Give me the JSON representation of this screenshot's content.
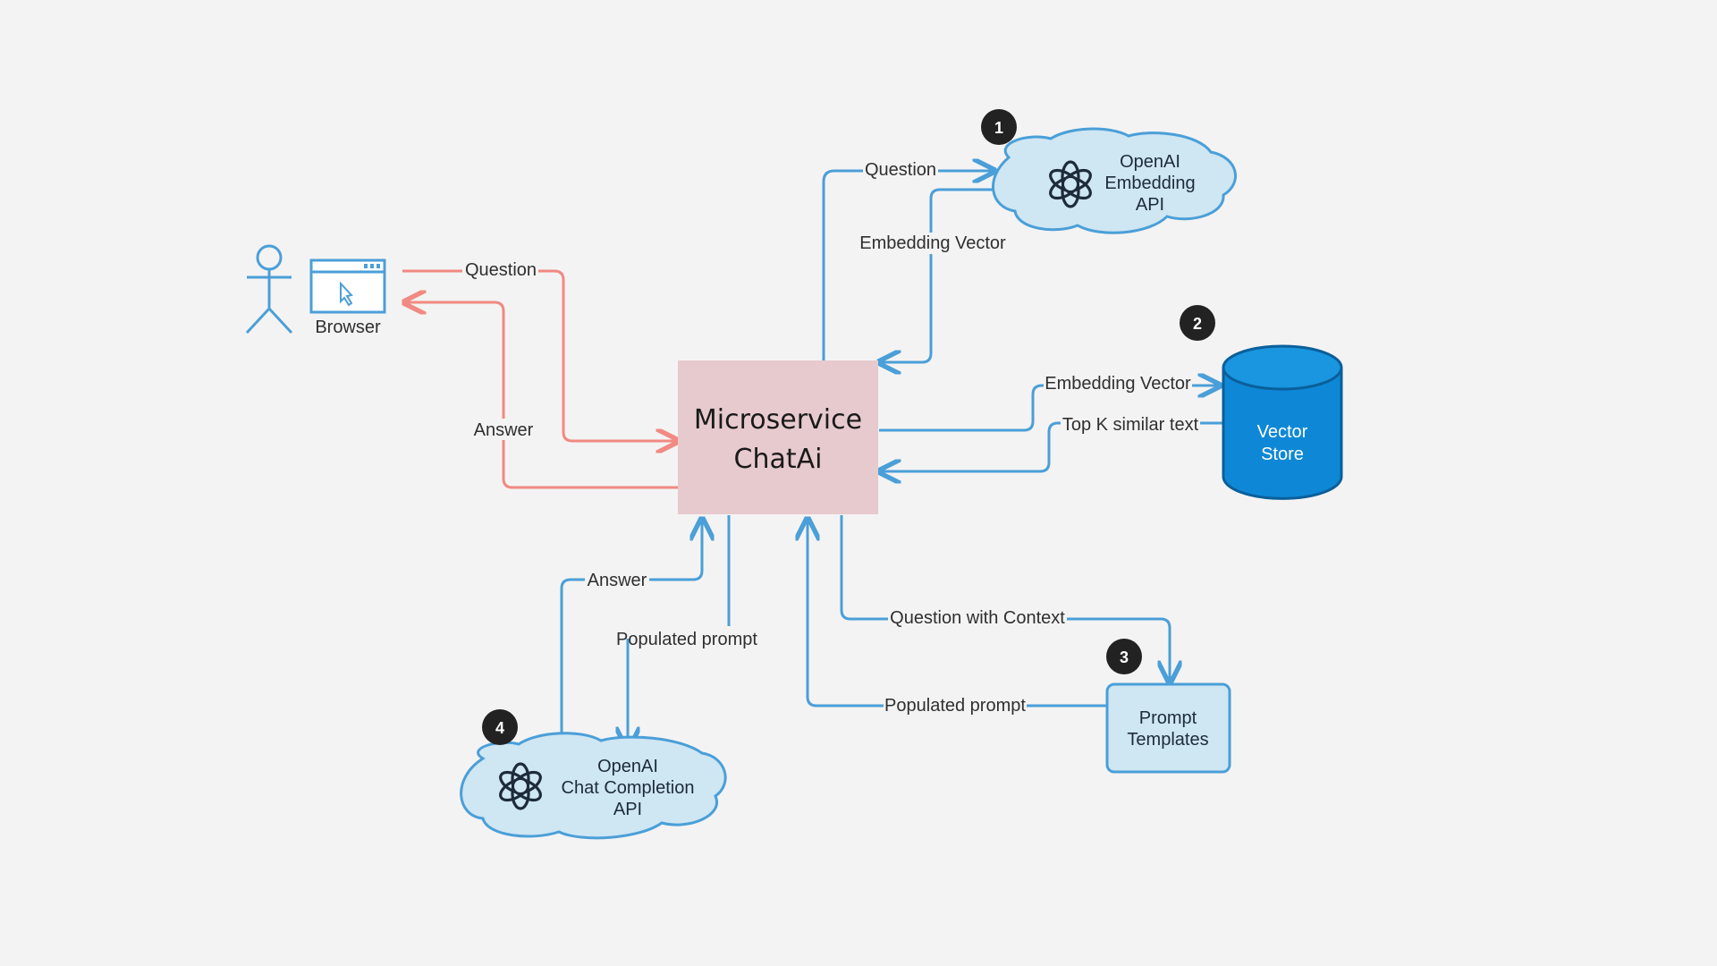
{
  "main_node": {
    "line1": "Microservice",
    "line2": "ChatAi"
  },
  "user": {
    "browser_label": "Browser"
  },
  "embedding_api": {
    "line1": "OpenAI",
    "line2": "Embedding",
    "line3": "API",
    "badge": "1"
  },
  "vector_store": {
    "line1": "Vector",
    "line2": "Store",
    "badge": "2"
  },
  "prompt_templates": {
    "line1": "Prompt",
    "line2": "Templates",
    "badge": "3"
  },
  "chat_api": {
    "line1": "OpenAI",
    "line2": "Chat Completion",
    "line3": "API",
    "badge": "4"
  },
  "edges": {
    "browser_question": "Question",
    "browser_answer": "Answer",
    "embed_question": "Question",
    "embed_vector_return": "Embedding Vector",
    "store_vector": "Embedding Vector",
    "store_topk": "Top K similar text",
    "templates_question": "Question with Context",
    "templates_prompt": "Populated prompt",
    "chat_answer": "Answer",
    "chat_prompt": "Populated prompt"
  },
  "colors": {
    "background": "#f4f3f3",
    "main_fill": "#e7cacd",
    "flow_blue": "#4a9fd8",
    "flow_red": "#f08a82",
    "cloud_fill": "#cfe6f3",
    "store_fill": "#0e88d6",
    "badge": "#222222"
  },
  "icons": [
    "user-icon",
    "browser-window-icon",
    "openai-logo-icon"
  ]
}
